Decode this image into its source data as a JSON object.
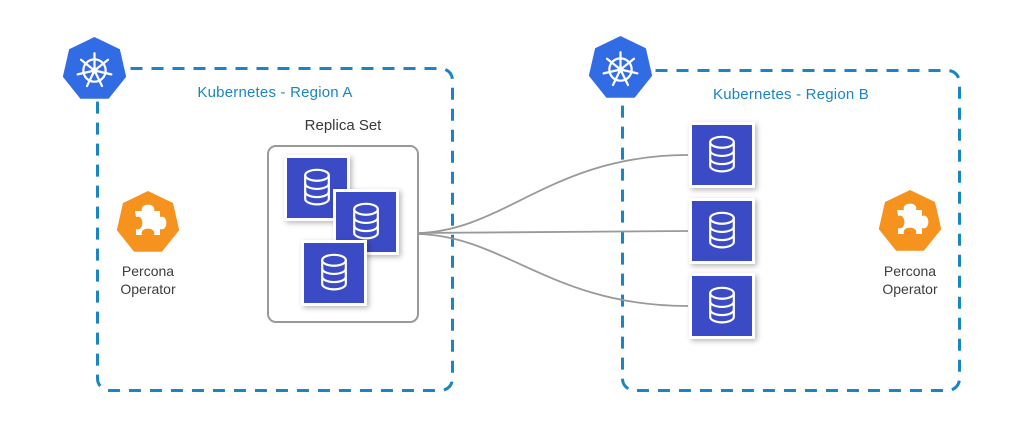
{
  "regions": {
    "a": {
      "title": "Kubernetes - Region A",
      "database_count": 3
    },
    "b": {
      "title": "Kubernetes - Region B",
      "database_count": 3
    }
  },
  "replica_set": {
    "title": "Replica Set",
    "database_count": 3
  },
  "percona_operator": {
    "line1": "Percona",
    "line2": "Operator"
  },
  "edges": {
    "count": 3,
    "from": "Replica Set (Region A)",
    "to": "databases (Region B)"
  },
  "icons": {
    "kubernetes": "kubernetes-helm-icon",
    "percona": "percona-operator-puzzle-icon",
    "database": "database-cylinder-icon"
  },
  "colors": {
    "k8s_blue": "#326CE5",
    "db_blue": "#3B4BC5",
    "percona_orange": "#F6921E",
    "region_border": "#1B85C4",
    "region_title": "#1B85C4",
    "connector": "#999999",
    "box_border": "#999999",
    "label_text": "#3D3D3D"
  }
}
